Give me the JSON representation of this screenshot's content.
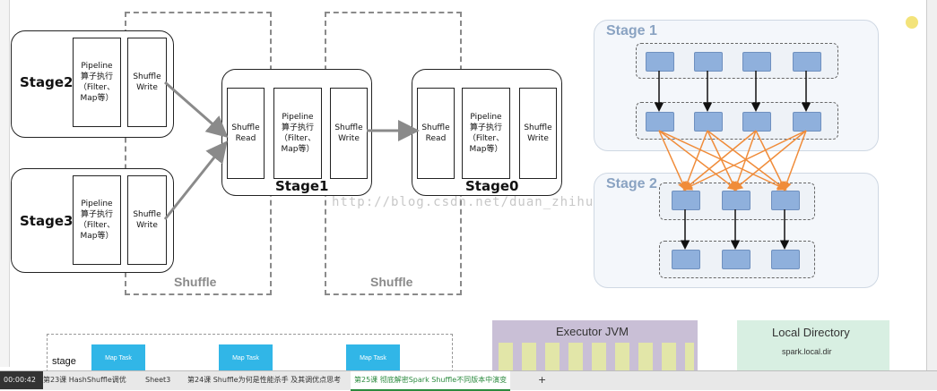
{
  "left_diagram": {
    "stage2": {
      "label": "Stage2",
      "pipeline": "Pipeline\n算子执行\n（Filter、\nMap等）",
      "shuffle_write": "Shuffle\nWrite"
    },
    "stage3": {
      "label": "Stage3",
      "pipeline": "Pipeline\n算子执行\n（Filter、\nMap等）",
      "shuffle_write": "Shuffle\nWrite"
    },
    "stage1": {
      "label": "Stage1",
      "shuffle_read": "Shuffle\nRead",
      "pipeline": "Pipeline\n算子执行\n（Filter、\nMap等）",
      "shuffle_write": "Shuffle\nWrite"
    },
    "stage0": {
      "label": "Stage0",
      "shuffle_read": "Shuffle\nRead",
      "pipeline": "Pipeline\n算子执行\n（Filter、\nMap等）",
      "shuffle_write": "Shuffle\nWrite"
    },
    "shuffle_label_1": "Shuffle",
    "shuffle_label_2": "Shuffle"
  },
  "watermark": "http://blog.csdn.net/duan_zhihua",
  "right_diagram": {
    "stage1_title": "Stage 1",
    "stage2_title": "Stage 2"
  },
  "bottom": {
    "stage_label": "stage",
    "map_task_1": "Map Task",
    "map_task_2": "Map Task",
    "map_task_3": "Map Task",
    "executor_jvm": "Executor JVM",
    "local_directory": "Local Directory",
    "spark_local_dir": "spark.local.dir"
  },
  "tabs": [
    "第23课 HashShuffle调优",
    "Sheet3",
    "第24课 Shuffle为何是性能杀手 及其调优点思考",
    "第25课 彻底解密Spark Shuffle不同版本中演变"
  ],
  "time": "00:00:42",
  "colors": {
    "arrow_gray": "#8a8a8a",
    "arrow_orange": "#f08c3a",
    "block_blue": "#8fb0dc",
    "tab_green": "#2b8a3e"
  }
}
